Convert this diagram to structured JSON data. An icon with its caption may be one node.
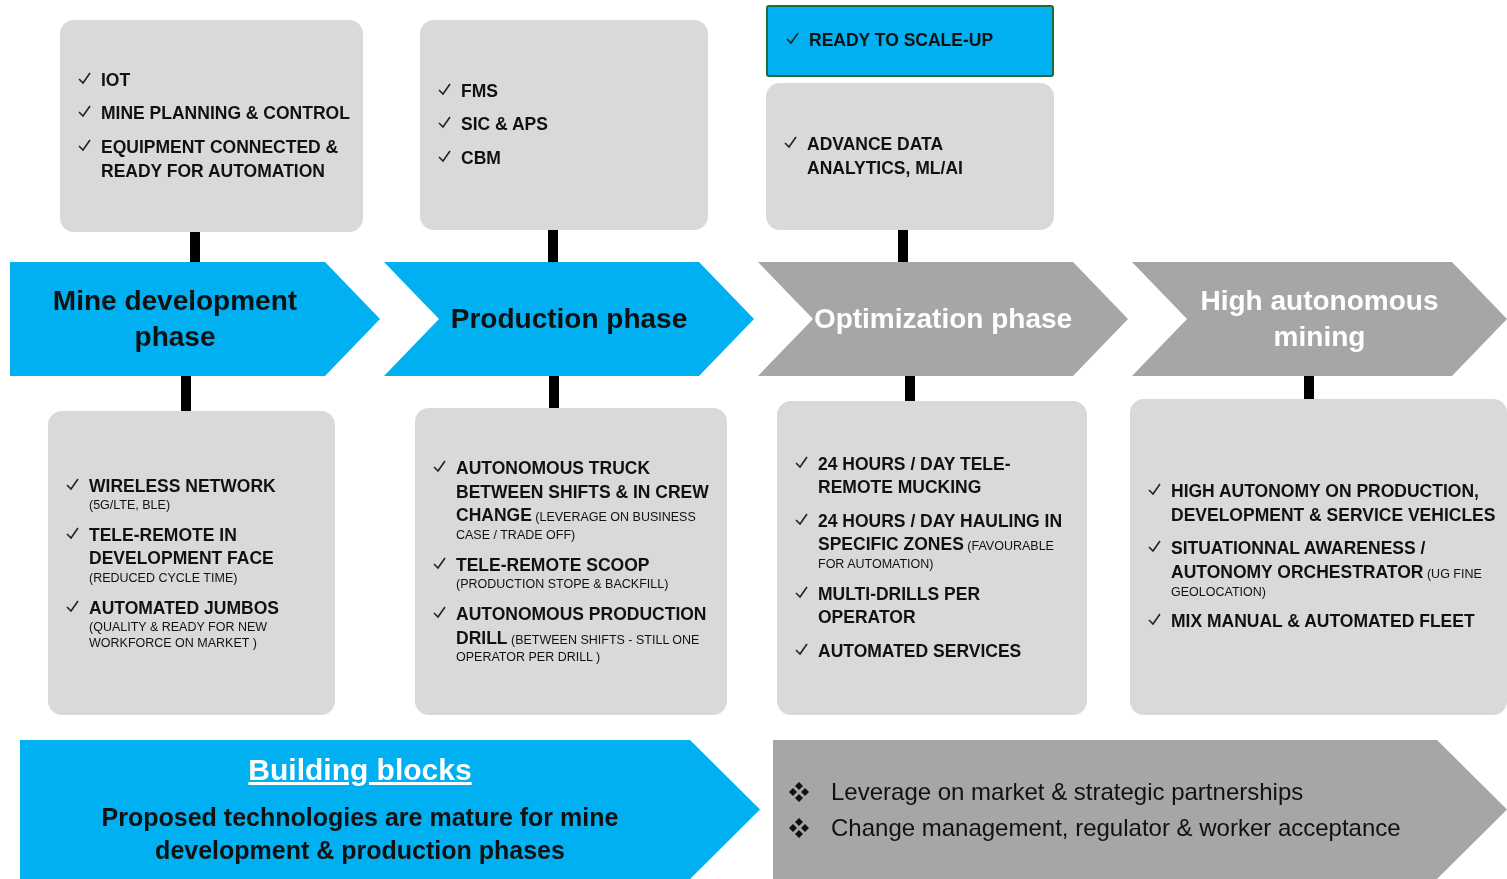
{
  "diagram": {
    "nodes": [
      {
        "text": [
          "IOT",
          "MINE PLANNING & CONTROL",
          "EQUIPMENT CONNECTED & READY FOR AUTOMATION"
        ]
      },
      {
        "text": [
          "FMS",
          "SIC & APS",
          "CBM"
        ]
      },
      {
        "text": [
          "READY TO SCALE-UP"
        ]
      },
      {
        "text": [
          "ADVANCE DATA ANALYTICS, ML/AI"
        ]
      },
      {
        "text": [
          "Mine development phase"
        ]
      },
      {
        "text": [
          "Production phase"
        ]
      },
      {
        "text": [
          "Optimization phase"
        ]
      },
      {
        "text": [
          "High autonomous mining"
        ]
      },
      {
        "text": [
          "**WIRELESS NETWORK** (5G/LTE, BLE)",
          "**TELE-REMOTE IN DEVELOPMENT FACE** (REDUCED CYCLE TIME)",
          "**AUTOMATED JUMBOS** (QUALITY & READY FOR NEW WORKFORCE ON MARKET )"
        ]
      },
      {
        "text": [
          "**AUTONOMOUS TRUCK BETWEEN SHIFTS & IN CREW CHANGE** (LEVERAGE ON BUSINESS CASE / TRADE OFF)",
          "**TELE-REMOTE SCOOP** (PRODUCTION STOPE & BACKFILL)",
          "**AUTONOMOUS PRODUCTION DRILL** (BETWEEN SHIFTS - STILL ONE OPERATOR PER DRILL )"
        ]
      },
      {
        "text": [
          "24 HOURS / DAY TELE-REMOTE MUCKING",
          "**24 HOURS / DAY HAULING IN SPECIFIC ZONES** (FAVOURABLE FOR AUTOMATION)",
          "MULTI-DRILLS PER OPERATOR",
          "AUTOMATED SERVICES"
        ]
      },
      {
        "text": [
          "HIGH AUTONOMY ON PRODUCTION, DEVELOPMENT & SERVICE VEHICLES",
          "**SITUATIONNAL AWARENESS / AUTONOMY ORCHESTRATOR** (UG FINE GEOLOCATION)",
          "MIX MANUAL & AUTOMATED FLEET"
        ]
      },
      {
        "text": [
          "Building blocks",
          "Proposed technologies are mature for mine development & production phases"
        ]
      },
      {
        "text": [
          "Leverage on market & strategic partnerships",
          "Change management, regulator & worker acceptance"
        ]
      }
    ],
    "edges": [
      {
        "from": 0,
        "to": 4,
        "arrow": "none"
      },
      {
        "from": 1,
        "to": 5,
        "arrow": "none"
      },
      {
        "from": 3,
        "to": 6,
        "arrow": "none"
      },
      {
        "from": 4,
        "to": 8,
        "arrow": "none"
      },
      {
        "from": 5,
        "to": 9,
        "arrow": "none"
      },
      {
        "from": 6,
        "to": 10,
        "arrow": "none"
      },
      {
        "from": 7,
        "to": 11,
        "arrow": "none"
      }
    ]
  }
}
